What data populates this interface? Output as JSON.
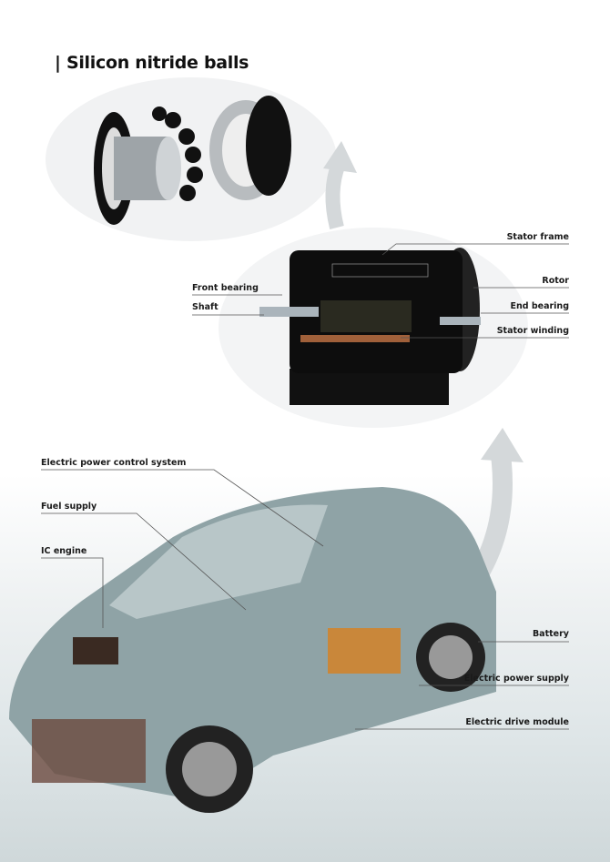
{
  "title": "| Silicon nitride balls",
  "motor_labels": {
    "stator_frame": "Stator frame",
    "rotor": "Rotor",
    "end_bearing": "End bearing",
    "stator_winding": "Stator winding",
    "front_bearing": "Front bearing",
    "shaft": "Shaft"
  },
  "car_labels": {
    "epcs": "Electric power control system",
    "fuel_supply": "Fuel supply",
    "ic_engine": "IC engine",
    "battery": "Battery",
    "power_supply": "Electric power supply",
    "drive_module": "Electric drive module"
  },
  "colors": {
    "line": "#555555",
    "car": "#8fa3a6",
    "arrow": "#d4d8da"
  }
}
